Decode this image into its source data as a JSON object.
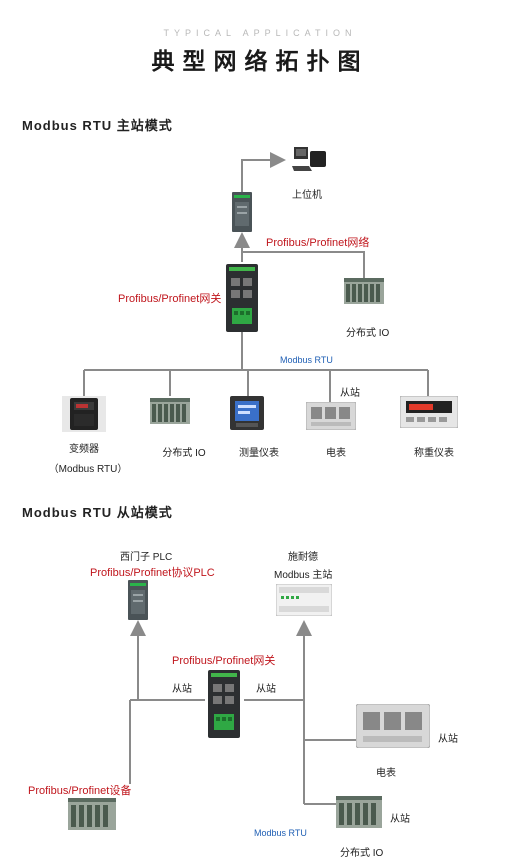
{
  "header": {
    "subtitle": "TYPICAL APPLICATION",
    "title": "典型网络拓扑图"
  },
  "master": {
    "section_title": "Modbus RTU 主站模式",
    "host_label": "上位机",
    "network_label": "Profibus/Profinet网络",
    "gateway_label": "Profibus/Profinet网关",
    "remote_io_label": "分布式 IO",
    "bus_label": "Modbus RTU",
    "slave_label": "从站",
    "devices": {
      "vfd": "变频器",
      "vfd_note": "（Modbus RTU）",
      "dist_io": "分布式 IO",
      "meter": "测量仪表",
      "power_meter": "电表",
      "scale": "称重仪表"
    }
  },
  "slave": {
    "section_title": "Modbus RTU 从站模式",
    "siemens_label": "西门子 PLC",
    "siemens_protocol": "Profibus/Profinet协议PLC",
    "schneider_label": "施耐德",
    "schneider_protocol": "Modbus 主站",
    "gateway_label": "Profibus/Profinet网关",
    "left_slave": "从站",
    "right_slave": "从站",
    "device_label": "Profibus/Profinet设备",
    "meter_label": "电表",
    "meter_slave": "从站",
    "bus_label": "Modbus RTU",
    "io_label": "分布式 IO",
    "io_slave": "从站"
  },
  "colors": {
    "line": "#8a8a8a",
    "red_text": "#c0161d",
    "blue_text": "#1f5fb4"
  }
}
